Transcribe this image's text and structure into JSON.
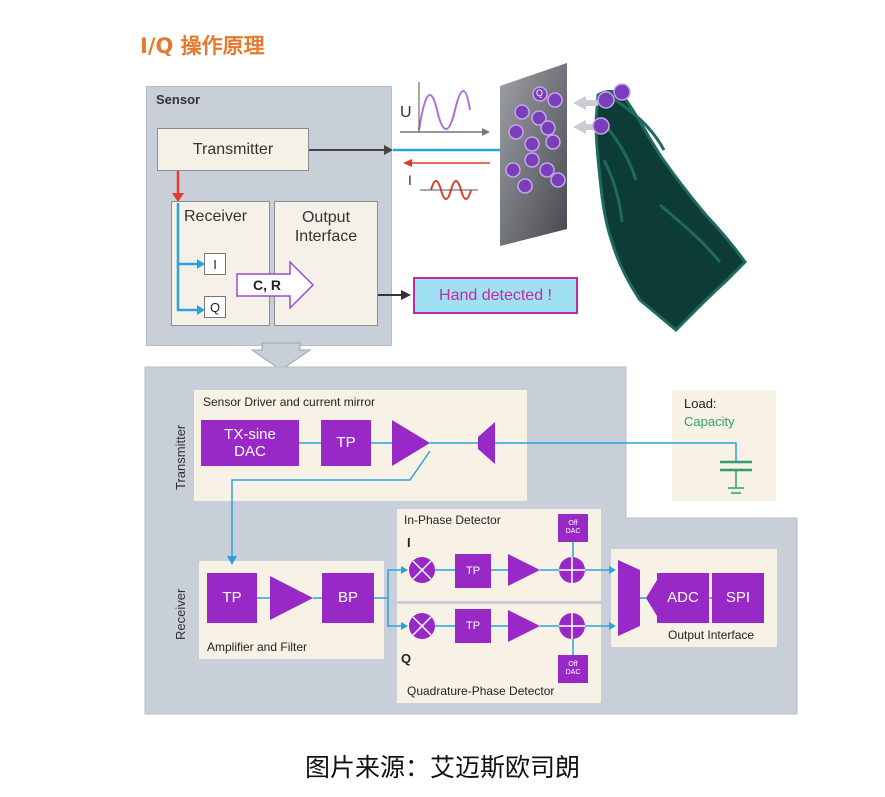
{
  "title": "I/Q 操作原理",
  "sensor": {
    "label": "Sensor",
    "transmitter": "Transmitter",
    "receiver": "Receiver",
    "output_interface": "Output Interface",
    "i_label": "I",
    "q_label": "Q",
    "cr_label": "C, R",
    "hand_detected": "Hand detected !",
    "u_signal": "U",
    "i_signal": "I"
  },
  "electrode": {
    "charge_label": "Q"
  },
  "detail": {
    "transmitter_side": "Transmitter",
    "receiver_side": "Receiver",
    "driver_group": "Sensor Driver and current mirror",
    "tx_sine_dac": "TX-sine DAC",
    "tp": "TP",
    "bp": "BP",
    "load_label": "Load:",
    "load_value": "Capacity",
    "amplifier_filter": "Amplifier and Filter",
    "in_phase": "In-Phase Detector",
    "quadrature": "Quadrature-Phase Detector",
    "i_label": "I",
    "q_label": "Q",
    "off_dac": "Off DAC",
    "adc": "ADC",
    "spi": "SPI",
    "output_interface": "Output Interface"
  },
  "colors": {
    "accent": "#e57a2e",
    "purple": "#9929c7",
    "panel": "#c8cfd8",
    "cyan_line": "#29a3dd",
    "red_line": "#e53a2a",
    "capacity_green": "#2e9e6a"
  },
  "caption": "图片来源：艾迈斯欧司朗"
}
